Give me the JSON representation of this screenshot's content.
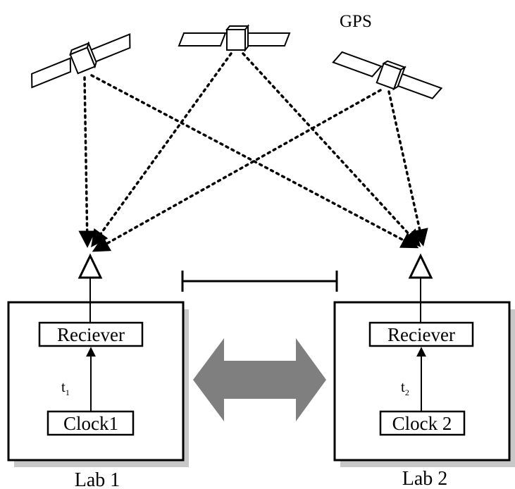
{
  "gps_label": "GPS",
  "lab1": {
    "name": "Lab 1",
    "receiver_label": "Reciever",
    "clock_label": "Clock1",
    "time_symbol": "t",
    "time_subscript": "1"
  },
  "lab2": {
    "name": "Lab 2",
    "receiver_label": "Reciever",
    "clock_label": "Clock 2",
    "time_symbol": "t",
    "time_subscript": "2"
  },
  "colors": {
    "line": "#000000",
    "shadow": "#c8c8c8",
    "double_arrow": "#7f7f7f"
  }
}
